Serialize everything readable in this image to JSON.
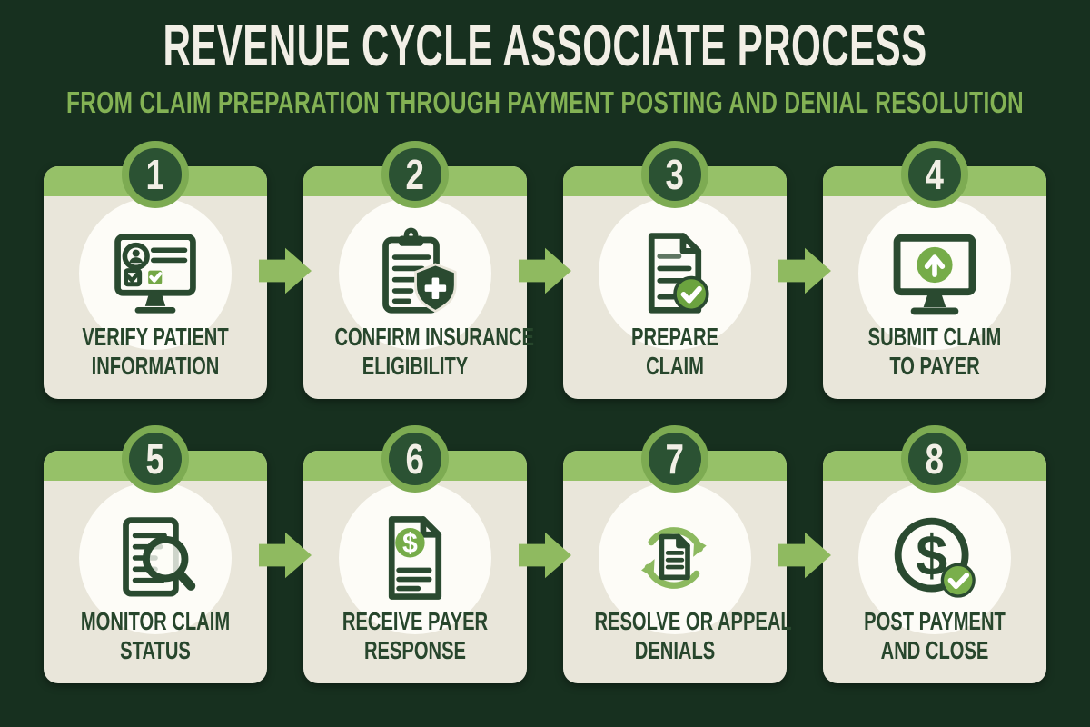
{
  "header": {
    "title": "REVENUE CYCLE ASSOCIATE PROCESS",
    "subtitle": "FROM CLAIM PREPARATION THROUGH PAYMENT POSTING AND DENIAL RESOLUTION"
  },
  "steps": [
    {
      "number": "1",
      "label": "VERIFY PATIENT\nINFORMATION",
      "icon": "patient-info-monitor-icon"
    },
    {
      "number": "2",
      "label": "CONFIRM INSURANCE\nELIGIBILITY",
      "icon": "insurance-clipboard-shield-icon"
    },
    {
      "number": "3",
      "label": "PREPARE\nCLAIM",
      "icon": "claim-document-check-icon"
    },
    {
      "number": "4",
      "label": "SUBMIT CLAIM\nTO PAYER",
      "icon": "monitor-upload-icon"
    },
    {
      "number": "5",
      "label": "MONITOR CLAIM\nSTATUS",
      "icon": "document-magnifier-icon"
    },
    {
      "number": "6",
      "label": "RECEIVE PAYER\nRESPONSE",
      "icon": "dollar-document-icon"
    },
    {
      "number": "7",
      "label": "RESOLVE OR APPEAL\nDENIALS",
      "icon": "document-cycle-arrows-icon"
    },
    {
      "number": "8",
      "label": "POST PAYMENT\nAND CLOSE",
      "icon": "dollar-circle-check-icon"
    }
  ],
  "colors": {
    "background": "#17301f",
    "card": "#e9e6da",
    "header_bar": "#96c168",
    "badge_ring": "#7dab52",
    "badge_fill": "#2b5233",
    "accent_green": "#74a746",
    "arrow": "#8fba60",
    "title_text": "#f2efe6",
    "subtitle_text": "#83b254",
    "dark_text": "#27462c"
  }
}
